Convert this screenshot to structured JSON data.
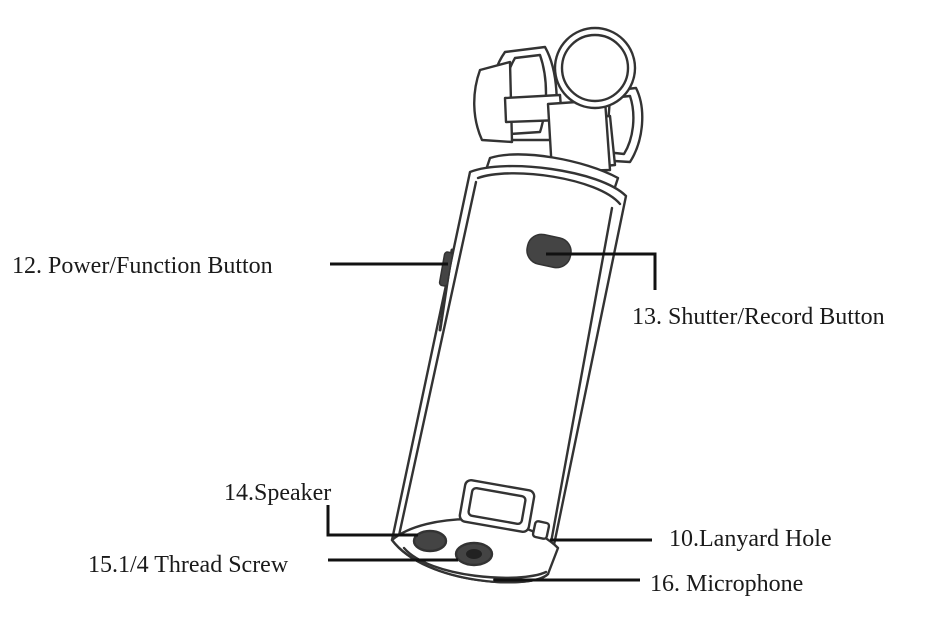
{
  "callouts": {
    "power_button": "12. Power/Function Button",
    "shutter_button": "13. Shutter/Record Button",
    "speaker": "14.Speaker",
    "thread_screw": "15.1/4 Thread Screw",
    "lanyard_hole": "10.Lanyard Hole",
    "microphone": "16. Microphone"
  },
  "colors": {
    "outline": "#333333",
    "leader": "#111111",
    "button_fill": "#444444",
    "body_fill": "#ffffff"
  }
}
